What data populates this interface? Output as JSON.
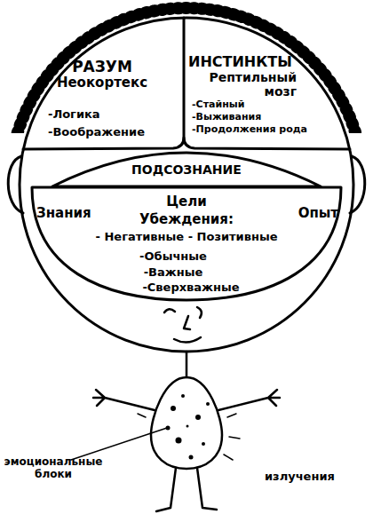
{
  "diagram": {
    "nodes": [
      {
        "text": [
          "РАЗУМ",
          "Неокортекс",
          "-Логика",
          "-Воображение"
        ]
      },
      {
        "text": [
          "ИНСТИНКТЫ",
          "Рептильный мозг",
          "-Стайный",
          "-Выживания",
          "-Продолжения рода"
        ]
      },
      {
        "text": [
          "ПОДСОЗНАНИЕ"
        ]
      },
      {
        "text": [
          "Знания",
          "Цели",
          "Убеждения:",
          "- Негативные - Позитивные",
          "-Обычные",
          "-Важные",
          "-Сверхважные",
          "Опыт"
        ]
      }
    ],
    "labels": [
      "эмоциональные блоки",
      "излучения"
    ]
  }
}
